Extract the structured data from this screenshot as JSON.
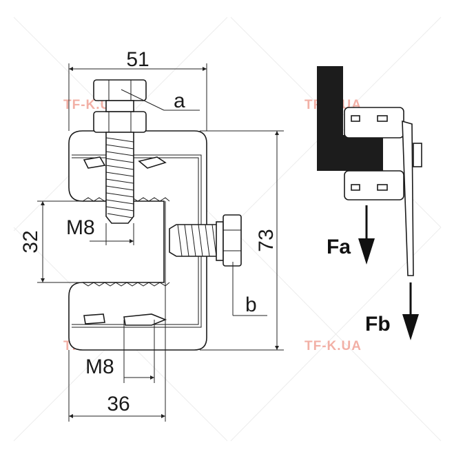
{
  "dimensions": {
    "width_top": "51",
    "height_right": "73",
    "gap_left": "32",
    "width_bottom": "36",
    "thread_upper": "M8",
    "thread_lower": "M8"
  },
  "callouts": {
    "a": "a",
    "b": "b"
  },
  "forces": {
    "fa": "Fa",
    "fb": "Fb"
  },
  "watermarks": [
    "TF-K.UA",
    "TF-K.UA",
    "TF-K.UA",
    "TF-K.UA"
  ],
  "colors": {
    "line": "#1a1a1a",
    "watermark": "#f2b0a6",
    "fill_dark": "#1c1c1c"
  }
}
